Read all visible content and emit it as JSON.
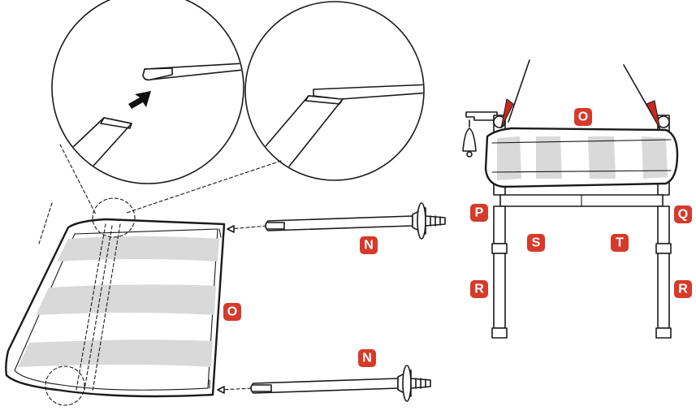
{
  "labels": {
    "fabric_left": "O",
    "pin_top": "N",
    "pin_bottom": "N",
    "fabric_right": "O",
    "leg_left_top": "P",
    "leg_right_top": "Q",
    "leg_left_bottom": "R",
    "leg_right_bottom": "R",
    "crossbar_left": "S",
    "crossbar_right": "T"
  },
  "colors": {
    "badge": "#d63a2a",
    "arrow": "#c8281e",
    "band": "#d9d9d9",
    "line": "#1a1a1a"
  },
  "icons": {
    "insert_arrow": "arrow-up-right-icon",
    "pointer_arrows": "red-pointer-arrow-icon"
  }
}
